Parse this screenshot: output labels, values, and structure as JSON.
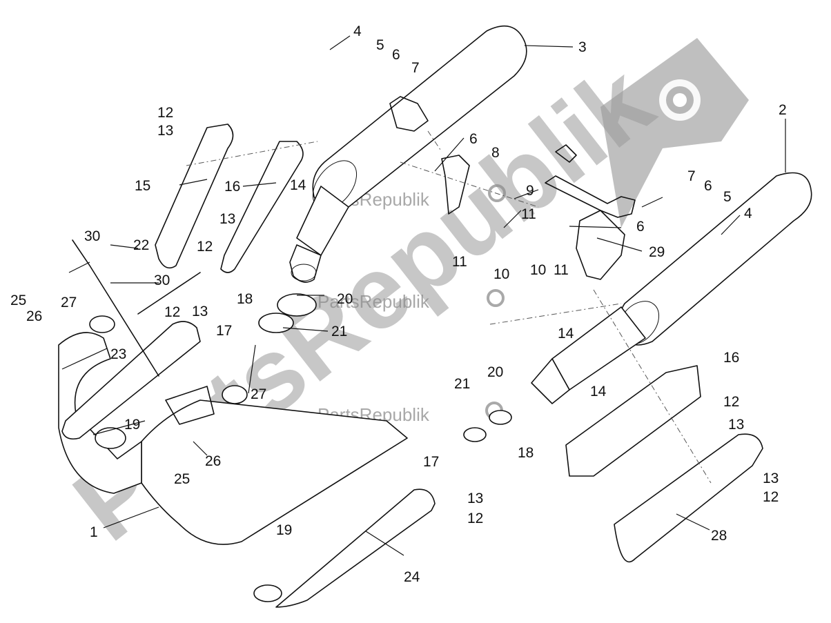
{
  "watermark": {
    "big_text": "PartsRepublik",
    "small_text": "PartsRepublik"
  },
  "callouts": {
    "c1": "1",
    "c2": "2",
    "c3": "3",
    "c4a": "4",
    "c4b": "4",
    "c5a": "5",
    "c5b": "5",
    "c6a": "6",
    "c6b": "6",
    "c6c": "6",
    "c6d": "6",
    "c7a": "7",
    "c7b": "7",
    "c8": "8",
    "c9": "9",
    "c10a": "10",
    "c10b": "10",
    "c11a": "11",
    "c11b": "11",
    "c11c": "11",
    "c12a": "12",
    "c12b": "12",
    "c12c": "12",
    "c12d": "12",
    "c12e": "12",
    "c12f": "12",
    "c13a": "13",
    "c13b": "13",
    "c13c": "13",
    "c13d": "13",
    "c13e": "13",
    "c13f": "13",
    "c14a": "14",
    "c14b": "14",
    "c14c": "14",
    "c15": "15",
    "c16a": "16",
    "c16b": "16",
    "c17a": "17",
    "c17b": "17",
    "c18a": "18",
    "c18b": "18",
    "c19a": "19",
    "c19b": "19",
    "c20a": "20",
    "c20b": "20",
    "c21a": "21",
    "c21b": "21",
    "c22": "22",
    "c23": "23",
    "c24": "24",
    "c25a": "25",
    "c25b": "25",
    "c26a": "26",
    "c26b": "26",
    "c27a": "27",
    "c27b": "27",
    "c28": "28",
    "c29": "29",
    "c30a": "30",
    "c30b": "30"
  },
  "icons": {
    "logo": "gear-flag-icon",
    "small_logo": "gear-icon"
  }
}
